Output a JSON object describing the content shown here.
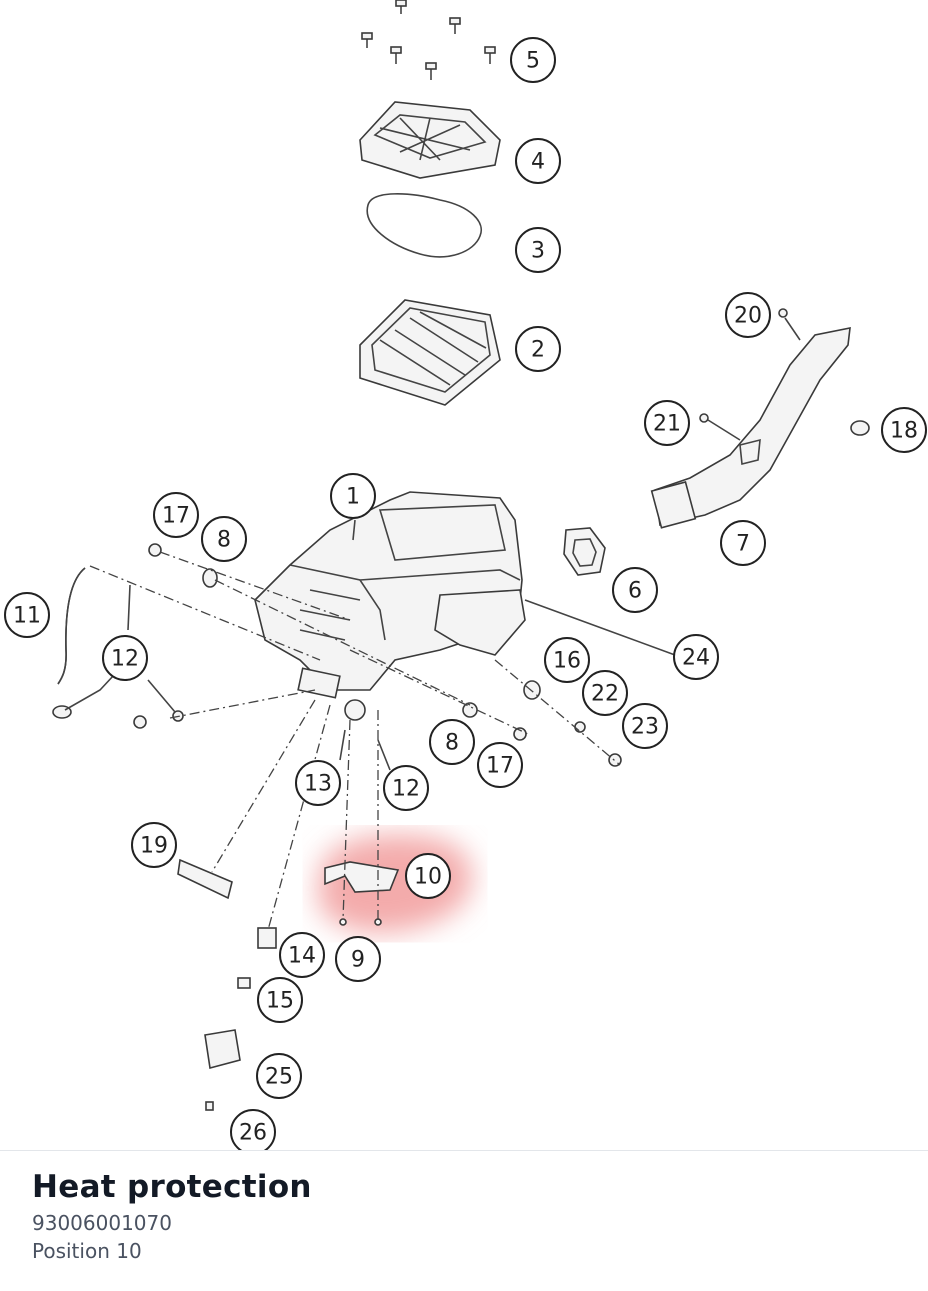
{
  "part": {
    "title": "Heat protection",
    "number": "93006001070",
    "position_text": "Position 10"
  },
  "highlight_color": "#e87a7a",
  "callouts": [
    "5",
    "4",
    "3",
    "2",
    "20",
    "21",
    "18",
    "1",
    "17",
    "8",
    "6",
    "7",
    "11",
    "12",
    "24",
    "16",
    "22",
    "23",
    "8",
    "17",
    "13",
    "12",
    "19",
    "10",
    "14",
    "9",
    "15",
    "25",
    "26"
  ]
}
